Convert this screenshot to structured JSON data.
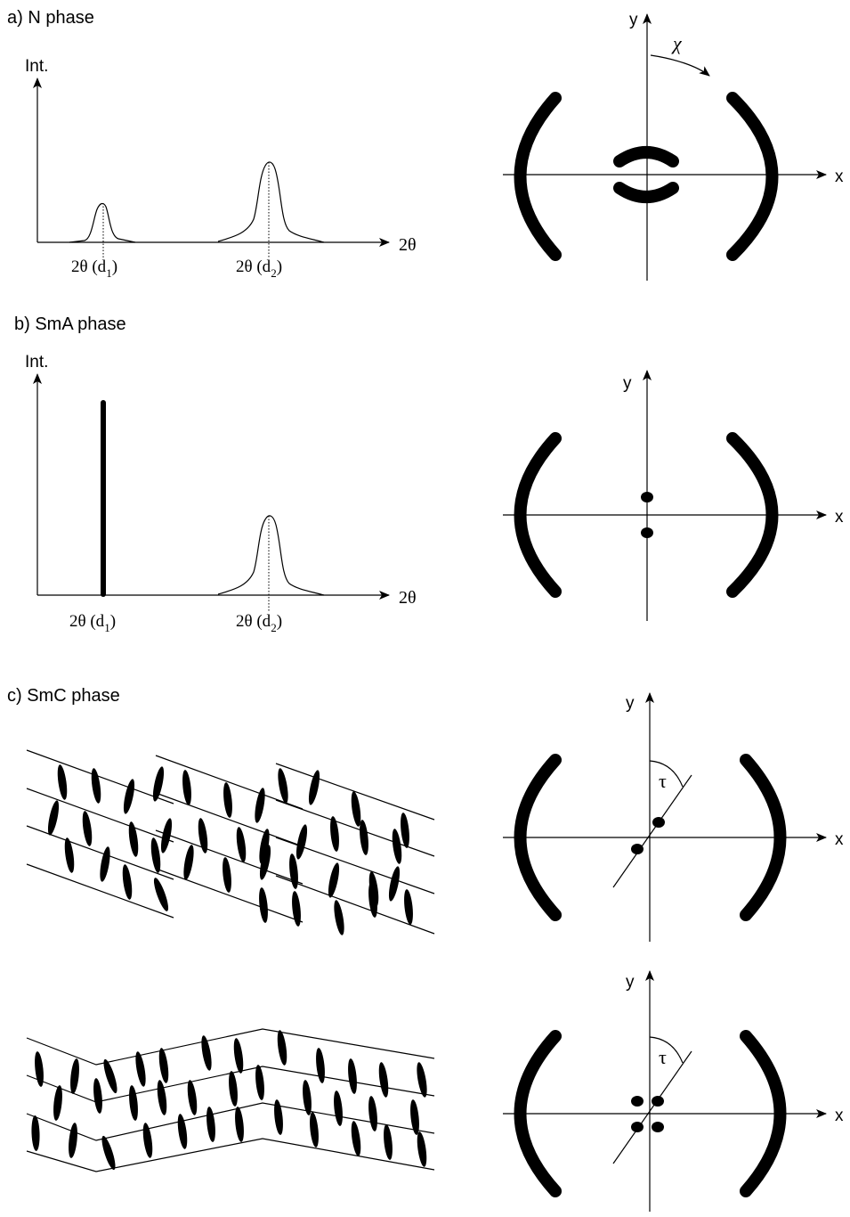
{
  "panels": {
    "a": {
      "heading": "a)  N phase",
      "int_label": "Int.",
      "two_theta_label": "2θ",
      "peak1_label": "2θ (d",
      "peak1_sub": "1",
      "peak1_close": ")",
      "peak2_label": "2θ (d",
      "peak2_sub": "2",
      "peak2_close": ")",
      "y_label": "y",
      "x_label": "x",
      "chi_label": "χ"
    },
    "b": {
      "heading": "b)  SmA phase",
      "int_label": "Int.",
      "two_theta_label": "2θ",
      "peak1_label": "2θ (d",
      "peak1_sub": "1",
      "peak1_close": ")",
      "peak2_label": "2θ (d",
      "peak2_sub": "2",
      "peak2_close": ")",
      "y_label": "y",
      "x_label": "x"
    },
    "c": {
      "heading": "c)  SmC phase",
      "pattern1": {
        "y_label": "y",
        "x_label": "x",
        "tau_label": "τ"
      },
      "pattern2": {
        "y_label": "y",
        "x_label": "x",
        "tau_label": "τ"
      }
    }
  }
}
